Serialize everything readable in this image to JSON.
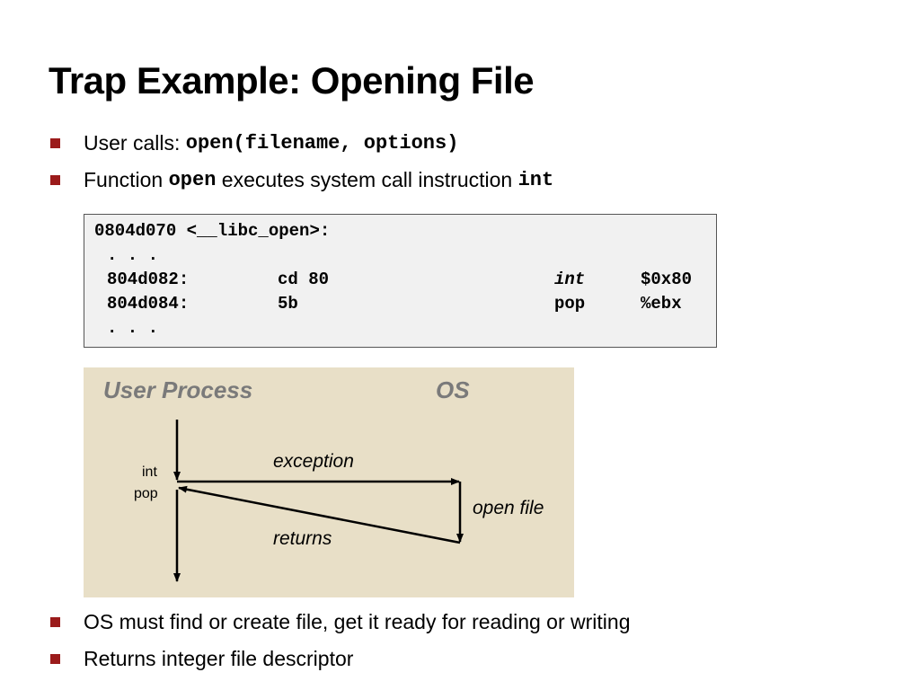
{
  "title": "Trap Example: Opening File",
  "bullets_top": [
    {
      "text": "User calls: ",
      "code": "open(filename, options)"
    },
    {
      "text_before": "Function ",
      "code1": "open",
      "text_mid": " executes system call instruction ",
      "code2": "int"
    }
  ],
  "code_box": {
    "header": "0804d070 <__libc_open>:",
    "ellipsis1": ". . .",
    "rows": [
      {
        "addr": "804d082:",
        "bytes": "cd 80",
        "op": "int",
        "arg": "$0x80"
      },
      {
        "addr": "804d084:",
        "bytes": "5b",
        "op": "pop",
        "arg": "%ebx"
      }
    ],
    "ellipsis2": ". . ."
  },
  "diagram": {
    "user_process": "User Process",
    "os": "OS",
    "int_label": "int",
    "pop_label": "pop",
    "exception": "exception",
    "open_file": "open file",
    "returns": "returns"
  },
  "bullets_bottom": [
    "OS must find or create file, get it ready for reading or writing",
    "Returns integer file descriptor"
  ],
  "colors": {
    "bullet": "#9b1b1b",
    "diagram_bg": "#e8dfc7",
    "code_bg": "#f1f1f1",
    "header_gray": "#7a7a7a"
  }
}
